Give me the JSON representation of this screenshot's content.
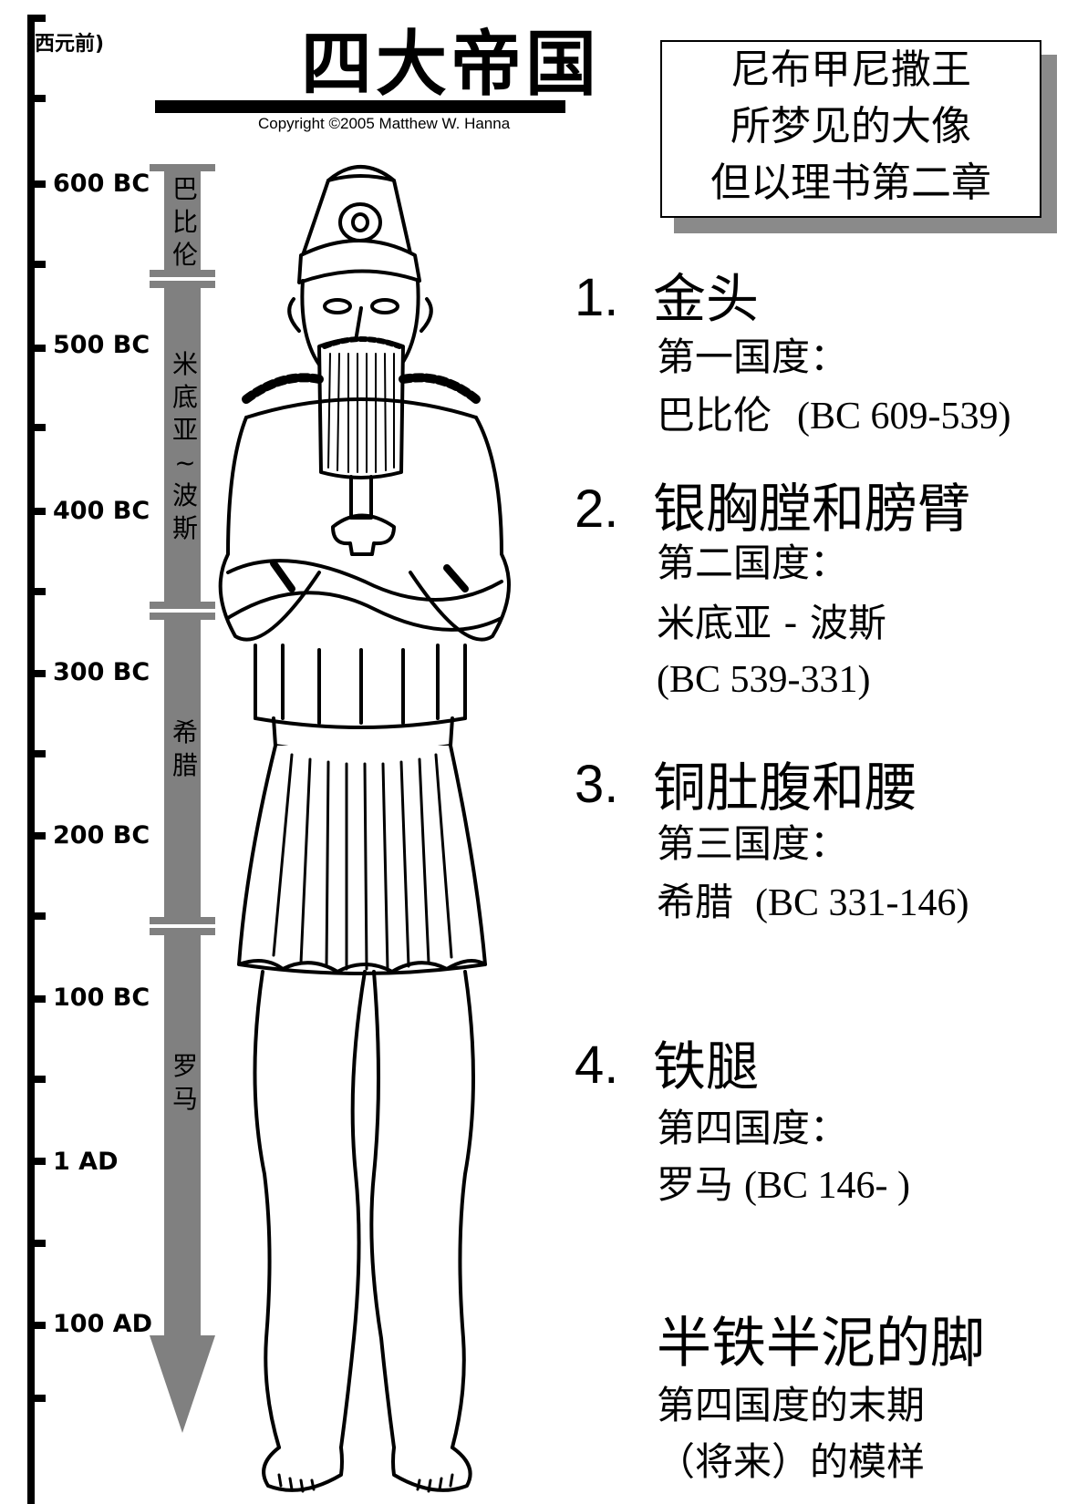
{
  "timeline": {
    "unit_label": "(西元前)",
    "ticks": [
      {
        "label": "600 BC"
      },
      {
        "label": "500 BC"
      },
      {
        "label": "400 BC"
      },
      {
        "label": "300 BC"
      },
      {
        "label": "200 BC"
      },
      {
        "label": "100 BC"
      },
      {
        "label": "1 AD"
      },
      {
        "label": "100 AD"
      }
    ]
  },
  "empires_arrow": {
    "color": "#808080",
    "segments": [
      {
        "label": "巴\n比\n伦"
      },
      {
        "label": "米\n底\n亚\n~\n波\n斯"
      },
      {
        "label": "希\n腊"
      },
      {
        "label": "罗\n马"
      }
    ]
  },
  "header": {
    "title": "四大帝国",
    "copyright": "Copyright ©2005 Matthew W. Hanna"
  },
  "caption_box": {
    "lines": [
      "尼布甲尼撒王",
      "所梦见的大像",
      "但以理书第二章"
    ]
  },
  "entries": [
    {
      "number": "1.",
      "heading": "金头",
      "kingdom": "第一国度：",
      "detail_cn": "巴比伦",
      "detail_dates": "(BC 609-539)"
    },
    {
      "number": "2.",
      "heading": "银胸膛和膀臂",
      "kingdom": "第二国度：",
      "detail_cn": "米底亚 - 波斯",
      "detail_dates": "(BC 539-331)"
    },
    {
      "number": "3.",
      "heading": "铜肚腹和腰",
      "kingdom": "第三国度：",
      "detail_cn": "希腊",
      "detail_dates": "(BC 331-146)"
    },
    {
      "number": "4.",
      "heading": "铁腿",
      "kingdom": "第四国度：",
      "detail_cn": "罗马",
      "detail_dates": "(BC 146-  )"
    }
  ],
  "feet": {
    "heading": "半铁半泥的脚",
    "line1": "第四国度的末期",
    "line2": "（将来）的模样"
  },
  "icons": {
    "statue": "statue-illustration"
  }
}
